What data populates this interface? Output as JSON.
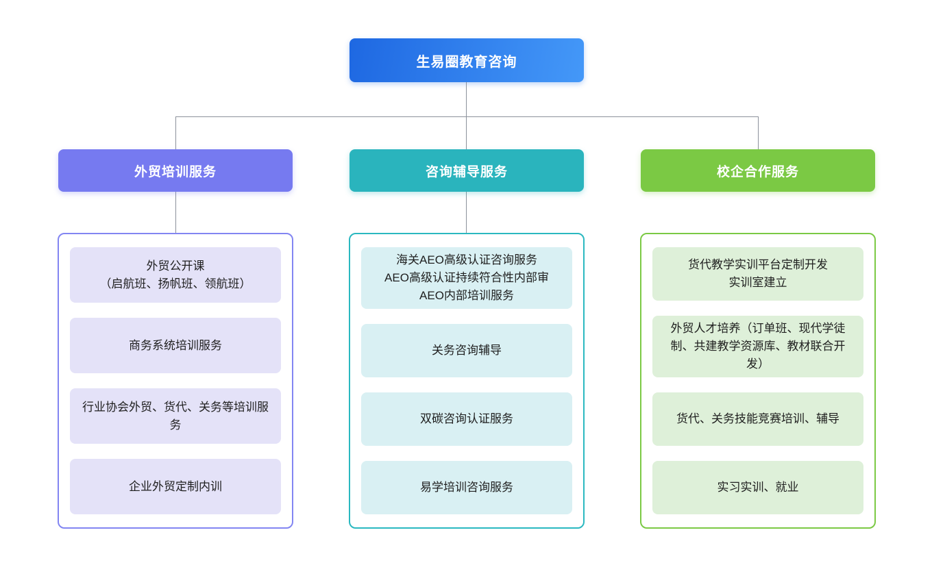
{
  "diagram": {
    "title": "生易圈教育咨询",
    "branches": [
      {
        "label": "外贸培训服务",
        "items": [
          "外贸公开课\n（启航班、扬帆班、领航班）",
          "商务系统培训服务",
          "行业协会外贸、货代、关务等培训服务",
          "企业外贸定制内训"
        ]
      },
      {
        "label": "咨询辅导服务",
        "items": [
          "海关AEO高级认证咨询服务\nAEO高级认证持续符合性内部审\nAEO内部培训服务",
          "关务咨询辅导",
          "双碳咨询认证服务",
          "易学培训咨询服务"
        ]
      },
      {
        "label": "校企合作服务",
        "items": [
          "货代教学实训平台定制开发\n实训室建立",
          "外贸人才培养（订单班、现代学徒制、共建教学资源库、教材联合开发）",
          "货代、关务技能竞赛培训、辅导",
          "实习实训、就业"
        ]
      }
    ],
    "colors": {
      "root_gradient_start": "#1e68e2",
      "root_gradient_end": "#4498f8",
      "branch1_header": "#767af0",
      "branch2_header": "#2ab4bd",
      "branch3_header": "#7bc944",
      "branch1_item_bg": "#e4e2f8",
      "branch2_item_bg": "#d9f0f3",
      "branch3_item_bg": "#def0d9",
      "container1_border": "#8285f2",
      "container2_border": "#2ab8c0",
      "container3_border": "#7bc944",
      "connector_line": "#8b919b"
    }
  }
}
